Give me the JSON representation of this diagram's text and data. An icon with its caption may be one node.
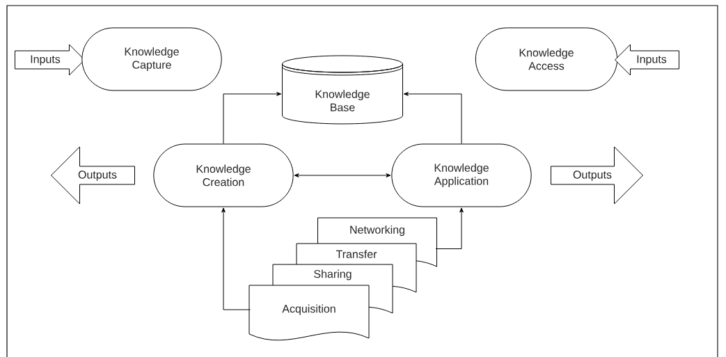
{
  "diagram": {
    "nodes": [
      {
        "text": [
          "Inputs"
        ]
      },
      {
        "text": [
          "Knowledge Capture"
        ]
      },
      {
        "text": [
          "Knowledge Base"
        ]
      },
      {
        "text": [
          "Knowledge Access"
        ]
      },
      {
        "text": [
          "Inputs"
        ]
      },
      {
        "text": [
          "Outputs"
        ]
      },
      {
        "text": [
          "Knowledge Creation"
        ]
      },
      {
        "text": [
          "Knowledge Application"
        ]
      },
      {
        "text": [
          "Outputs"
        ]
      },
      {
        "text": [
          "Networking"
        ]
      },
      {
        "text": [
          "Transfer"
        ]
      },
      {
        "text": [
          "Sharing"
        ]
      },
      {
        "text": [
          "Acquisition"
        ]
      }
    ],
    "edges": [
      {
        "from": 6,
        "to": 2,
        "arrow": "to"
      },
      {
        "from": 7,
        "to": 2,
        "arrow": "to"
      },
      {
        "from": 6,
        "to": 7,
        "arrow": "both"
      },
      {
        "from": 12,
        "to": 6,
        "arrow": "to"
      },
      {
        "from": 9,
        "to": 7,
        "arrow": "to"
      }
    ]
  }
}
